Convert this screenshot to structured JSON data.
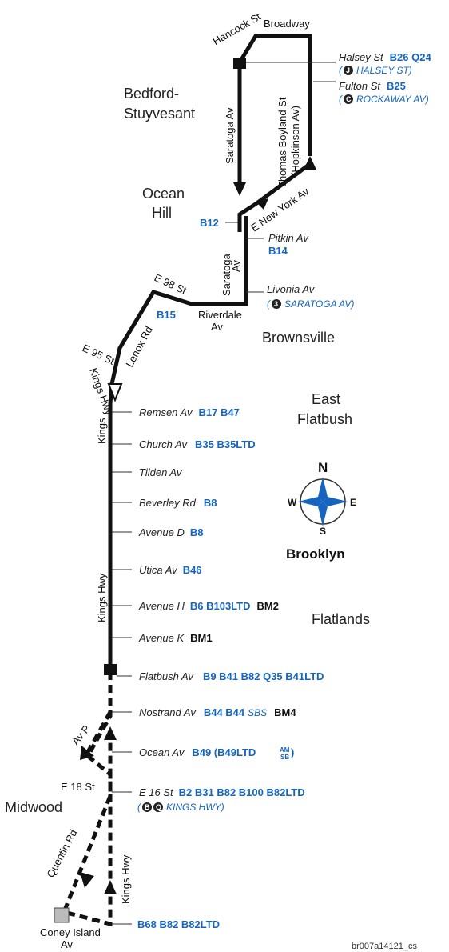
{
  "streets": {
    "hancock": "Hancock St",
    "broadway": "Broadway",
    "saratoga_av": "Saratoga Av",
    "thomas_boyland": "Thomas Boyland St",
    "hopkinson": "(Hopkinson Av)",
    "e_new_york": "E New York Av",
    "saratoga_av_2a": "Saratoga",
    "saratoga_av_2b": "Av",
    "e_98": "E 98 St",
    "riverdale_a": "Riverdale",
    "riverdale_b": "Av",
    "lenox": "Lenox Rd",
    "e_95": "E 95 St",
    "kings_hwy_small": "Kings Hwy",
    "kings_hwy_a": "Kings",
    "kings_hwy_main": "Kings Hwy",
    "av_p": "Av P",
    "e_18": "E 18 St",
    "quentin": "Quentin Rd",
    "kings_hwy_bottom": "Kings Hwy",
    "coney_a": "Coney Island",
    "coney_b": "Av"
  },
  "neighborhoods": {
    "bedford_a": "Bedford-",
    "bedford_b": "Stuyvesant",
    "ocean_a": "Ocean",
    "ocean_b": "Hill",
    "brownsville": "Brownsville",
    "east_a": "East",
    "east_b": "Flatbush",
    "flatlands": "Flatlands",
    "midwood": "Midwood",
    "brooklyn": "Brooklyn"
  },
  "compass": {
    "n": "N",
    "s": "S",
    "e": "E",
    "w": "W"
  },
  "stops": {
    "halsey": {
      "name": "Halsey St",
      "routes": "B26 Q24",
      "subway_line": "J",
      "subway_station": "HALSEY ST)"
    },
    "fulton": {
      "name": "Fulton St",
      "routes": "B25",
      "subway_line": "C",
      "subway_station": "ROCKAWAY AV)"
    },
    "pitkin": {
      "name": "Pitkin Av",
      "routes": "B14"
    },
    "livonia": {
      "name": "Livonia Av",
      "subway_line": "3",
      "subway_station": "SARATOGA AV)"
    },
    "remsen": {
      "name": "Remsen Av",
      "routes": "B17 B47"
    },
    "church": {
      "name": "Church Av",
      "routes": "B35 B35LTD"
    },
    "tilden": {
      "name": "Tilden Av"
    },
    "beverley": {
      "name": "Beverley Rd",
      "routes": "B8"
    },
    "avenue_d": {
      "name": "Avenue D",
      "routes": "B8"
    },
    "utica": {
      "name": "Utica Av",
      "routes": "B46"
    },
    "avenue_h": {
      "name": "Avenue H",
      "routes": "B6 B103LTD",
      "express": "BM2"
    },
    "avenue_k": {
      "name": "Avenue K",
      "express": "BM1"
    },
    "flatbush": {
      "name": "Flatbush Av",
      "routes": "B9 B41 B82 Q35 B41LTD"
    },
    "nostrand": {
      "name": "Nostrand Av",
      "routes": "B44 B44",
      "sbs": "SBS",
      "express": "BM4"
    },
    "ocean": {
      "name": "Ocean Av",
      "routes": "B49 (B49LTD",
      "am": "AM",
      "sb": "SB",
      "close": ")"
    },
    "e16": {
      "name": "E 16 St",
      "routes": "B2 B31 B82 B100 B82LTD",
      "subway_line_1": "B",
      "subway_line_2": "Q",
      "subway_station": "KINGS HWY)"
    }
  },
  "side_routes": {
    "b12": "B12",
    "b15": "B15",
    "bottom": "B68 B82 B82LTD"
  },
  "paren_open": "(",
  "doc_code": "br007a14121_cs"
}
